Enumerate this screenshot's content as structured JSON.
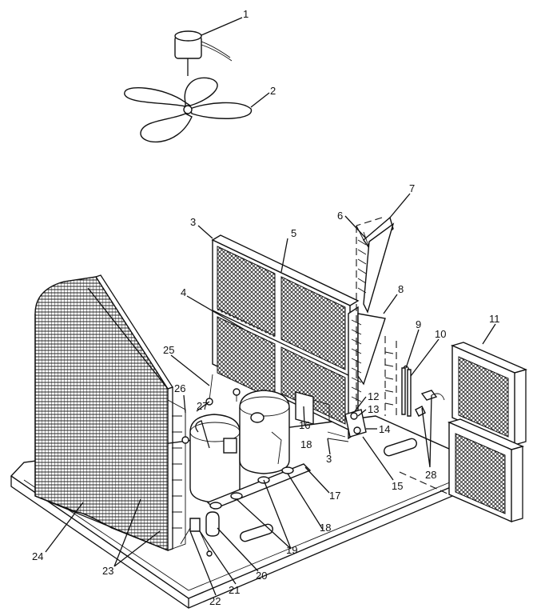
{
  "diagram": {
    "callouts": [
      "1",
      "2",
      "3",
      "4",
      "5",
      "6",
      "7",
      "8",
      "9",
      "10",
      "11",
      "12",
      "13",
      "14",
      "15",
      "16",
      "17",
      "18",
      "19",
      "20",
      "21",
      "22",
      "23",
      "24",
      "25",
      "26",
      "27",
      "28"
    ],
    "extra_callouts": {
      "3b": "3",
      "18b": "18"
    }
  }
}
